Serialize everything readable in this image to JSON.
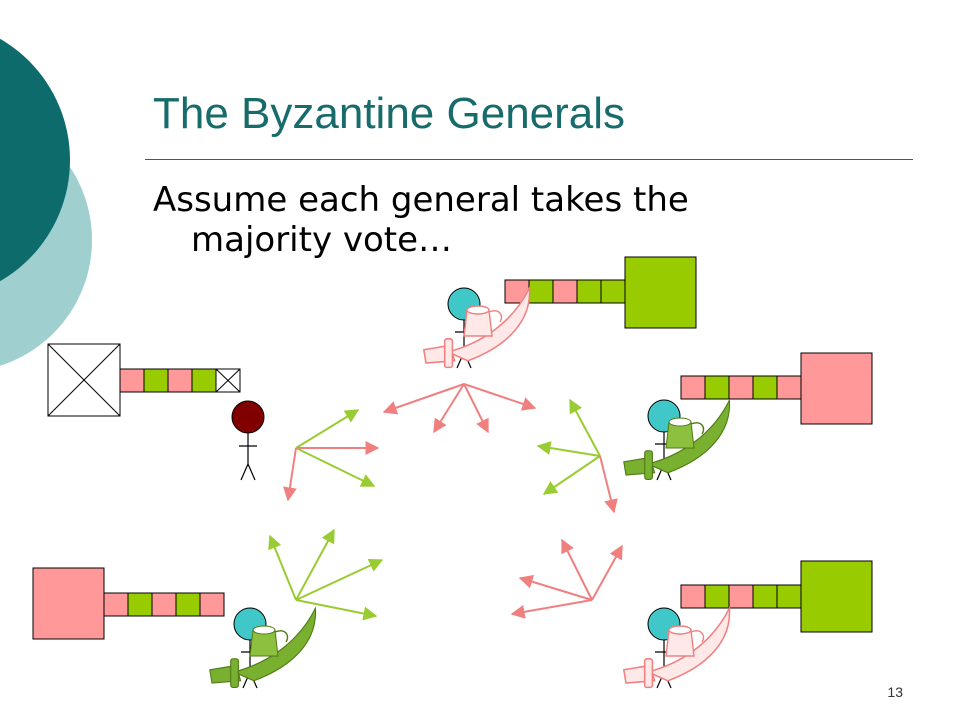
{
  "slide": {
    "title": "The Byzantine Generals",
    "body_line1": "Assume each general takes the",
    "body_line2": "majority vote…",
    "page_number": "13"
  },
  "colors": {
    "title": "#176b6b",
    "dark_teal": "#0e6b6b",
    "light_teal": "#9fcfcf",
    "loyal_vote": "#99cc00",
    "traitor_vote": "#ff9999",
    "head_loyal": "#40c8c8",
    "head_traitor": "#800000",
    "arrow_green": "#99cc33",
    "arrow_pink": "#f08080"
  },
  "generals": [
    {
      "id": "top",
      "role": "loyal",
      "decision": "attack",
      "votes": [
        "traitor",
        "loyal",
        "traitor",
        "loyal",
        "loyal"
      ]
    },
    {
      "id": "right-upper",
      "role": "loyal",
      "decision": "retreat",
      "votes": [
        "traitor",
        "loyal",
        "traitor",
        "loyal",
        "traitor"
      ]
    },
    {
      "id": "right-lower",
      "role": "loyal",
      "decision": "attack",
      "votes": [
        "traitor",
        "loyal",
        "traitor",
        "loyal",
        "loyal"
      ]
    },
    {
      "id": "left-lower",
      "role": "loyal",
      "decision": "retreat",
      "votes": [
        "traitor",
        "loyal",
        "traitor",
        "loyal",
        "traitor"
      ]
    },
    {
      "id": "traitor",
      "role": "traitor",
      "decision": "none",
      "votes": [
        "traitor",
        "loyal",
        "traitor",
        "loyal",
        "none"
      ]
    }
  ],
  "icons": [
    "circle-decoration",
    "stick-figure",
    "scimitar",
    "fez-hat",
    "vote-box",
    "decision-box",
    "crossed-box"
  ]
}
